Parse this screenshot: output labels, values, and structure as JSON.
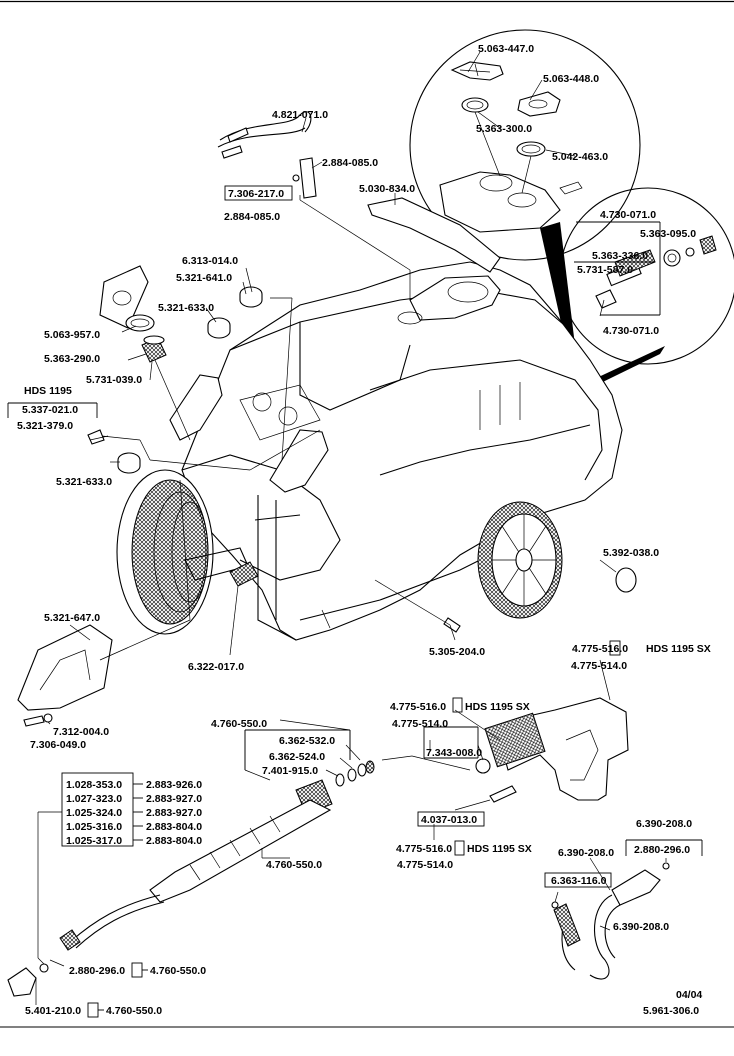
{
  "labels": {
    "p5063447": "5.063-447.0",
    "p5063448": "5.063-448.0",
    "p5363300": "5.363-300.0",
    "p5042463": "5.042-463.0",
    "p4821071": "4.821-071.0",
    "p2884085a": "2.884-085.0",
    "p7306217": "7.306-217.0",
    "p2884085b": "2.884-085.0",
    "p5030834": "5.030-834.0",
    "p4730071a": "4.730-071.0",
    "p5363095": "5.363-095.0",
    "p5363336": "5.363-336.0",
    "p5731587": "5.731-587.0",
    "p4730071b": "4.730-071.0",
    "p6313014": "6.313-014.0",
    "p5321641": "5.321-641.0",
    "p5321633a": "5.321-633.0",
    "p5063957": "5.063-957.0",
    "p5363290": "5.363-290.0",
    "p5731039": "5.731-039.0",
    "hds1195": "HDS 1195",
    "p5337021": "5.337-021.0",
    "p5321379": "5.321-379.0",
    "p5321633b": "5.321-633.0",
    "p5392038": "5.392-038.0",
    "p5321647": "5.321-647.0",
    "p6322017": "6.322-017.0",
    "p5305204": "5.305-204.0",
    "p7312004": "7.312-004.0",
    "p7306049": "7.306-049.0",
    "p4775516a": "4.775-516.0",
    "hds1195sxA": "HDS 1195 SX",
    "p4775514a": "4.775-514.0",
    "p4775516b": "4.775-516.0",
    "hds1195sxB": "HDS 1195 SX",
    "p4775514b": "4.775-514.0",
    "p4760550a": "4.760-550.0",
    "p6362532": "6.362-532.0",
    "p6362524": "6.362-524.0",
    "p7401915": "7.401-915.0",
    "p7343008": "7.343-008.0",
    "p4037013": "4.037-013.0",
    "p4775516c": "4.775-516.0",
    "hds1195sxC": "HDS 1195 SX",
    "p4775514c": "4.775-514.0",
    "p1028353": "1.028-353.0",
    "p2883926": "2.883-926.0",
    "p1027323": "1.027-323.0",
    "p2883927a": "2.883-927.0",
    "p1025324": "1.025-324.0",
    "p2883927b": "2.883-927.0",
    "p1025316": "1.025-316.0",
    "p2883804a": "2.883-804.0",
    "p1025317": "1.025-317.0",
    "p2883804b": "2.883-804.0",
    "p4760550b": "4.760-550.0",
    "p6390208a": "6.390-208.0",
    "p2880296a": "2.880-296.0",
    "p6390208b": "6.390-208.0",
    "p6363116": "6.363-116.0",
    "p6390208c": "6.390-208.0",
    "p2880296b": "2.880-296.0",
    "p4760550c": "4.760-550.0",
    "p5401210": "5.401-210.0",
    "p4760550d": "4.760-550.0"
  },
  "footer": {
    "date": "04/04",
    "docno": "5.961-306.0"
  }
}
